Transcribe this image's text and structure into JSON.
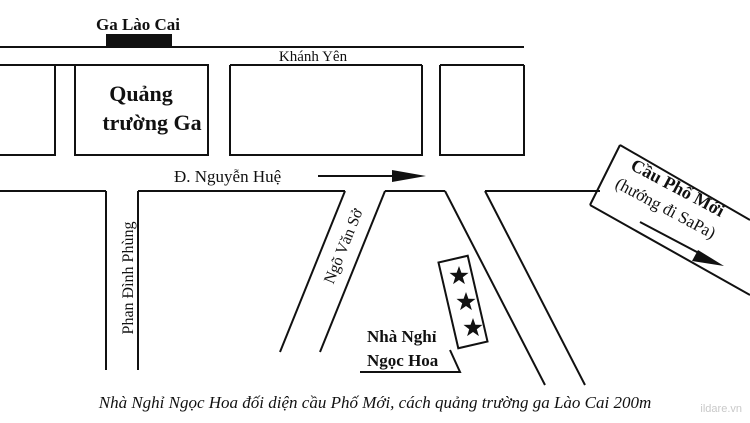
{
  "labels": {
    "station": "Ga Lào Cai",
    "street_top": "Khánh Yên",
    "square_line1": "Quảng",
    "square_line2": "trường Ga",
    "street_main": "Đ. Nguyễn Huệ",
    "street_left": "Phan Đình Phùng",
    "street_diag": "Ngõ Văn Sở",
    "bridge_line1": "Cầu Phố Mới",
    "bridge_line2": "(hướng đi SaPa)",
    "hotel_line1": "Nhà Nghỉ",
    "hotel_line2": "Ngọc Hoa"
  },
  "caption": "Nhà Nghỉ Ngọc Hoa đối diện cầu Phố Mới, cách quảng trường ga Lào Cai 200m",
  "watermark": "ildare.vn",
  "rating_stars": 3,
  "colors": {
    "ink": "#111111",
    "background": "#ffffff",
    "watermark": "#c9c9c9"
  }
}
